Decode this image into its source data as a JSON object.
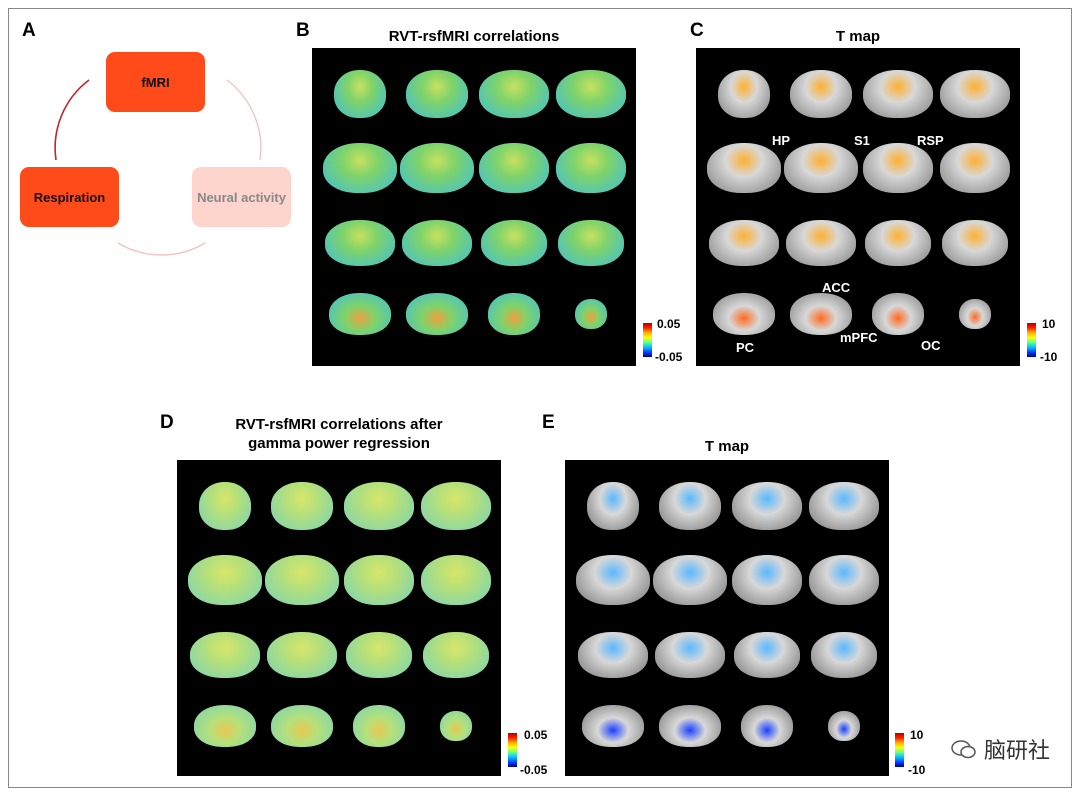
{
  "panel_a": {
    "label": "A",
    "nodes": {
      "fmri": "fMRI",
      "respiration": "Respiration",
      "neural": "Neural activity"
    },
    "colors": {
      "active": "#ff4a1a",
      "inactive": "#fdd5cc"
    }
  },
  "panel_b": {
    "label": "B",
    "title": "RVT-rsfMRI correlations",
    "cbar_max": "0.05",
    "cbar_min": "-0.05"
  },
  "panel_c": {
    "label": "C",
    "title": "T map",
    "cbar_max": "10",
    "cbar_min": "-10",
    "annotations": {
      "hp": "HP",
      "s1": "S1",
      "rsp": "RSP",
      "acc": "ACC",
      "mpfc": "mPFC",
      "pc": "PC",
      "oc": "OC"
    }
  },
  "panel_d": {
    "label": "D",
    "title_line1": "RVT-rsfMRI correlations after",
    "title_line2": "gamma power regression",
    "cbar_max": "0.05",
    "cbar_min": "-0.05"
  },
  "panel_e": {
    "label": "E",
    "title": "T map",
    "cbar_max": "10",
    "cbar_min": "-10"
  },
  "watermark": "脑研社"
}
